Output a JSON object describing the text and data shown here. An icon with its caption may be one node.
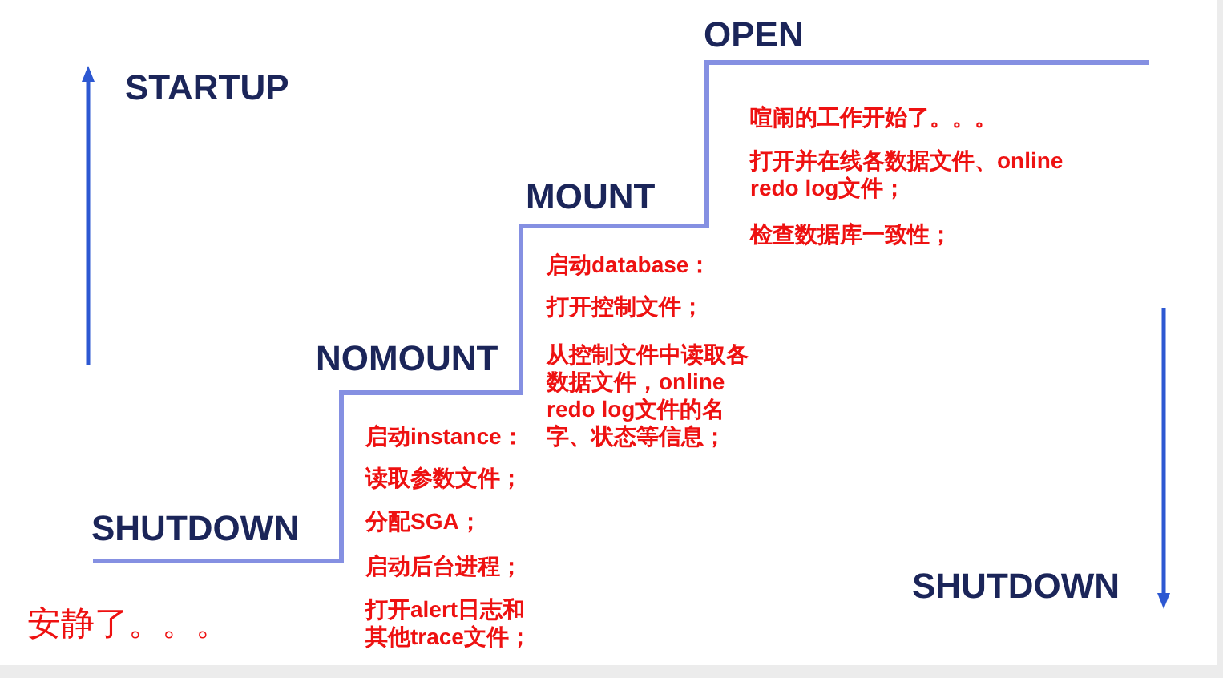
{
  "diagram": {
    "labels": [
      "STARTUP",
      "SHUTDOWN",
      "安静了。。。",
      "NOMOUNT",
      "启动instance：",
      "读取参数文件；",
      "分配SGA；",
      "启动后台进程；",
      "打开alert日志和其他trace文件；",
      "MOUNT",
      "启动database：",
      "打开控制文件；",
      "从控制文件中读取各数据文件，online redo log文件的名字、状态等信息；",
      "OPEN",
      "喧闹的工作开始了。。。",
      "打开并在线各数据文件、online redo log文件；",
      "检查数据库一致性；",
      "SHUTDOWN"
    ]
  }
}
